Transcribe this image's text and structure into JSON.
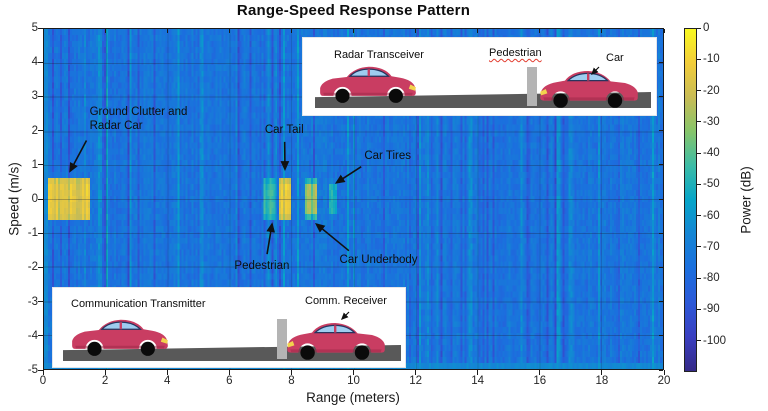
{
  "title": "Range-Speed Response Pattern",
  "axes": {
    "x": {
      "label": "Range (meters)",
      "min": 0,
      "max": 20,
      "ticks": [
        0,
        2,
        4,
        6,
        8,
        10,
        12,
        14,
        16,
        18,
        20
      ]
    },
    "y": {
      "label": "Speed (m/s)",
      "min": -5,
      "max": 5,
      "ticks": [
        5,
        4,
        3,
        2,
        1,
        0,
        -1,
        -2,
        -3,
        -4,
        -5
      ]
    },
    "colorbar": {
      "label": "Power (dB)",
      "min": -110,
      "max": 0,
      "ticks": [
        0,
        -10,
        -20,
        -30,
        -40,
        -50,
        -60,
        -70,
        -80,
        -90,
        -100
      ]
    }
  },
  "chart_data": {
    "type": "heatmap",
    "title": "Range-Speed Response Pattern",
    "xlabel": "Range (meters)",
    "ylabel": "Speed (m/s)",
    "colorbar_label": "Power (dB)",
    "xlim": [
      0,
      20
    ],
    "ylim": [
      -5,
      5
    ],
    "clim_db": [
      -110,
      0
    ],
    "background_power_db": -76,
    "grid": true,
    "colormap": "parula",
    "colormap_stops": [
      [
        0,
        "#352a87"
      ],
      [
        0.1,
        "#3a3fc1"
      ],
      [
        0.2,
        "#2c59d8"
      ],
      [
        0.3,
        "#1b6fde"
      ],
      [
        0.4,
        "#1485d4"
      ],
      [
        0.5,
        "#06a5c8"
      ],
      [
        0.6,
        "#3cbca6"
      ],
      [
        0.7,
        "#86c56b"
      ],
      [
        0.8,
        "#c8bc55"
      ],
      [
        0.9,
        "#f2cd3a"
      ],
      [
        1,
        "#f9f921"
      ]
    ],
    "noise_seed": 1337,
    "features": [
      {
        "name": "ground-clutter-and-radar-car",
        "label": "Ground Clutter and Radar Car",
        "range_m": [
          0.15,
          1.5
        ],
        "speed_extent_ms": 0.62,
        "peak_power_db": -10
      },
      {
        "name": "pedestrian-return",
        "label": "Pedestrian",
        "range_m": [
          7.1,
          7.5
        ],
        "speed_extent_ms": 0.6,
        "peak_power_db": -38
      },
      {
        "name": "car-tail-return",
        "label": "Car Tail",
        "range_m": [
          7.6,
          8.0
        ],
        "speed_extent_ms": 0.6,
        "peak_power_db": -8
      },
      {
        "name": "car-underbody-return",
        "label": "Car Underbody",
        "range_m": [
          8.45,
          8.85
        ],
        "speed_extent_ms": 0.55,
        "peak_power_db": -24
      },
      {
        "name": "car-tires-return",
        "label": "Car Tires",
        "range_m": [
          9.2,
          9.5
        ],
        "speed_extent_ms": 0.55,
        "peak_power_db": -46
      }
    ]
  },
  "annotations": [
    {
      "name": "ground-clutter-callout",
      "lines": [
        "Ground Clutter and",
        "Radar Car"
      ],
      "align": "left",
      "text_r": 1.5,
      "text_s": 2.72,
      "arrow": {
        "from_r": 1.35,
        "from_s": 1.72,
        "to_r": 0.82,
        "to_s": 0.82
      }
    },
    {
      "name": "car-tail-callout",
      "lines": [
        "Car Tail"
      ],
      "align": "center",
      "text_r": 7.77,
      "text_s": 2.18,
      "arrow": {
        "from_r": 7.77,
        "from_s": 1.68,
        "to_r": 7.78,
        "to_s": 0.88
      }
    },
    {
      "name": "car-tires-callout",
      "lines": [
        "Car Tires"
      ],
      "align": "left",
      "text_r": 10.35,
      "text_s": 1.42,
      "arrow": {
        "from_r": 10.25,
        "from_s": 0.95,
        "to_r": 9.45,
        "to_s": 0.48
      }
    },
    {
      "name": "pedestrian-callout",
      "lines": [
        "Pedestrian"
      ],
      "align": "center",
      "text_r": 7.05,
      "text_s": -1.78,
      "arrow": {
        "from_r": 7.2,
        "from_s": -1.62,
        "to_r": 7.36,
        "to_s": -0.74
      }
    },
    {
      "name": "car-underbody-callout",
      "lines": [
        "Car Underbody"
      ],
      "align": "left",
      "text_r": 9.55,
      "text_s": -1.62,
      "arrow": {
        "from_r": 9.85,
        "from_s": -1.52,
        "to_r": 8.8,
        "to_s": -0.74
      }
    }
  ],
  "insets": {
    "top": {
      "labels": {
        "left": "Radar Transceiver",
        "middle": "Pedestrian",
        "right": "Car"
      }
    },
    "bottom": {
      "labels": {
        "left": "Communication Transmitter",
        "right": "Comm. Receiver"
      }
    }
  },
  "colors": {
    "car_body": "#c93d62",
    "car_body_shade": "#9c2a49",
    "car_glass": "#9ecdf0",
    "road": "#595959",
    "pole": "#b4b4b4",
    "headlight": "#f2d34d",
    "annotation_arrow": "#111111",
    "grid_line": "rgba(25,25,45,0.3)"
  }
}
